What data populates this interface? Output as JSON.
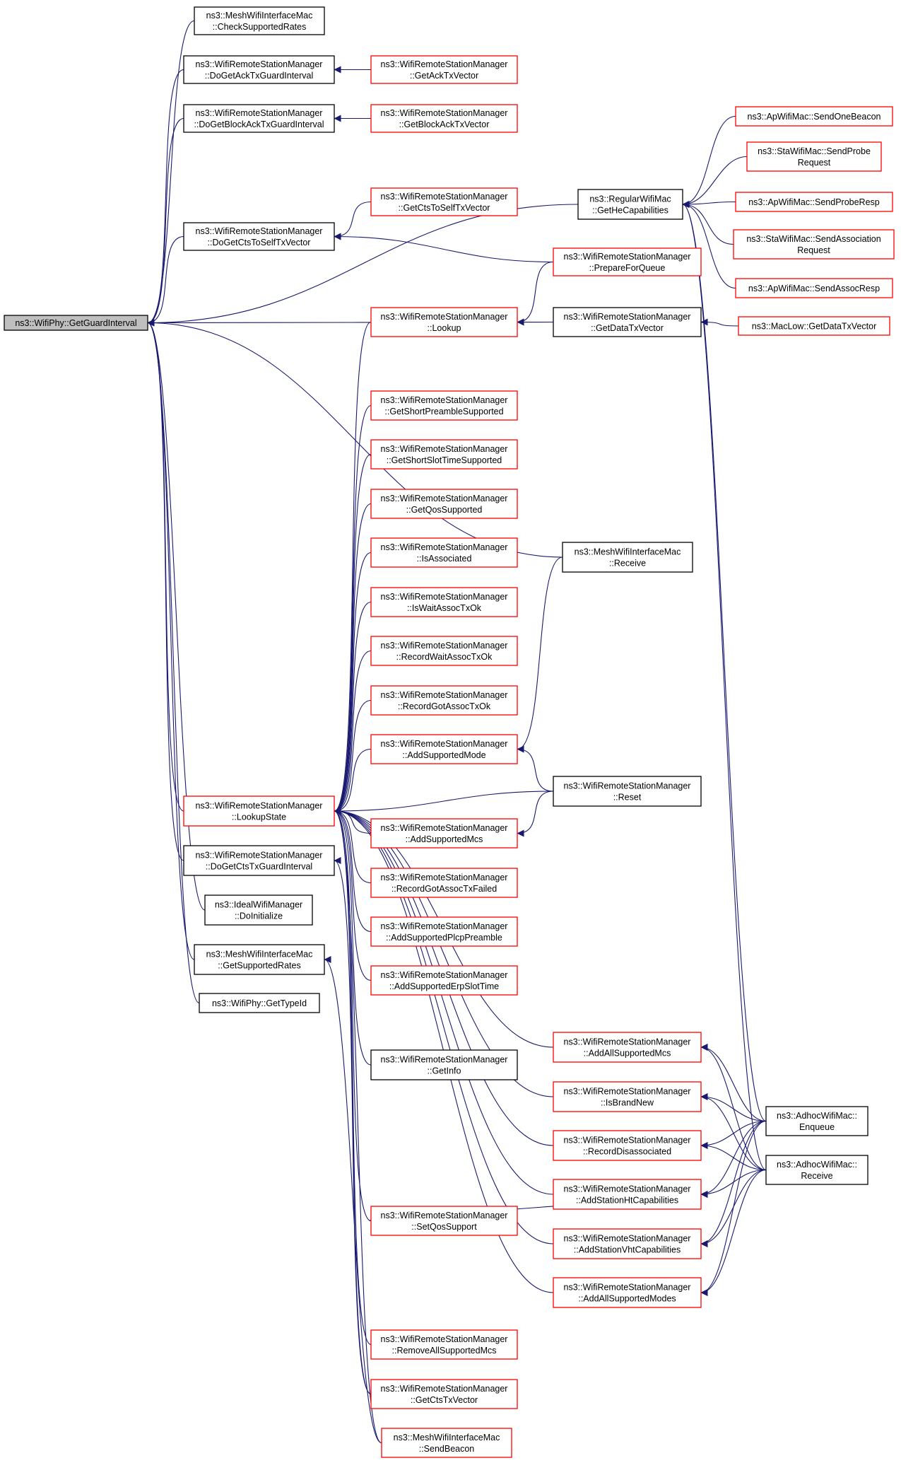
{
  "colors": {
    "edge": "#191970",
    "highlight_fill": "#bfbfbf",
    "red_border": "#ff0000",
    "black_border": "#000000"
  },
  "nodes": [
    {
      "id": "root",
      "lines": [
        "ns3::WifiPhy::GetGuardInterval"
      ],
      "style": "highlight"
    },
    {
      "id": "mwim_checkrates",
      "lines": [
        "ns3::MeshWifiInterfaceMac",
        "::CheckSupportedRates"
      ],
      "style": "black"
    },
    {
      "id": "doget_acktxgi",
      "lines": [
        "ns3::WifiRemoteStationManager",
        "::DoGetAckTxGuardInterval"
      ],
      "style": "black"
    },
    {
      "id": "getacktxvector",
      "lines": [
        "ns3::WifiRemoteStationManager",
        "::GetAckTxVector"
      ],
      "style": "red"
    },
    {
      "id": "doget_blockacktxgi",
      "lines": [
        "ns3::WifiRemoteStationManager",
        "::DoGetBlockAckTxGuardInterval"
      ],
      "style": "black"
    },
    {
      "id": "getblockacktxvector",
      "lines": [
        "ns3::WifiRemoteStationManager",
        "::GetBlockAckTxVector"
      ],
      "style": "red"
    },
    {
      "id": "getctstoself",
      "lines": [
        "ns3::WifiRemoteStationManager",
        "::GetCtsToSelfTxVector"
      ],
      "style": "red"
    },
    {
      "id": "doget_ctstoself",
      "lines": [
        "ns3::WifiRemoteStationManager",
        "::DoGetCtsToSelfTxVector"
      ],
      "style": "black"
    },
    {
      "id": "regular_gethe",
      "lines": [
        "ns3::RegularWifiMac",
        "::GetHeCapabilities"
      ],
      "style": "black"
    },
    {
      "id": "ap_sendonebeacon",
      "lines": [
        "ns3::ApWifiMac::SendOneBeacon"
      ],
      "style": "red"
    },
    {
      "id": "sta_sendprobe",
      "lines": [
        "ns3::StaWifiMac::SendProbe",
        "Request"
      ],
      "style": "red"
    },
    {
      "id": "ap_sendproberesp",
      "lines": [
        "ns3::ApWifiMac::SendProbeResp"
      ],
      "style": "red"
    },
    {
      "id": "sta_sendassoc",
      "lines": [
        "ns3::StaWifiMac::SendAssociation",
        "Request"
      ],
      "style": "red"
    },
    {
      "id": "ap_sendassocresp",
      "lines": [
        "ns3::ApWifiMac::SendAssocResp"
      ],
      "style": "red"
    },
    {
      "id": "prepareforqueue",
      "lines": [
        "ns3::WifiRemoteStationManager",
        "::PrepareForQueue"
      ],
      "style": "red"
    },
    {
      "id": "lookup",
      "lines": [
        "ns3::WifiRemoteStationManager",
        "::Lookup"
      ],
      "style": "red"
    },
    {
      "id": "getdatatxvector",
      "lines": [
        "ns3::WifiRemoteStationManager",
        "::GetDataTxVector"
      ],
      "style": "black"
    },
    {
      "id": "maclow_getdata",
      "lines": [
        "ns3::MacLow::GetDataTxVector"
      ],
      "style": "red"
    },
    {
      "id": "getshortpreamble",
      "lines": [
        "ns3::WifiRemoteStationManager",
        "::GetShortPreambleSupported"
      ],
      "style": "red"
    },
    {
      "id": "getshortslot",
      "lines": [
        "ns3::WifiRemoteStationManager",
        "::GetShortSlotTimeSupported"
      ],
      "style": "red"
    },
    {
      "id": "getqos",
      "lines": [
        "ns3::WifiRemoteStationManager",
        "::GetQosSupported"
      ],
      "style": "red"
    },
    {
      "id": "isassociated",
      "lines": [
        "ns3::WifiRemoteStationManager",
        "::IsAssociated"
      ],
      "style": "red"
    },
    {
      "id": "iswaitassoc",
      "lines": [
        "ns3::WifiRemoteStationManager",
        "::IsWaitAssocTxOk"
      ],
      "style": "red"
    },
    {
      "id": "mwim_receive",
      "lines": [
        "ns3::MeshWifiInterfaceMac",
        "::Receive"
      ],
      "style": "black"
    },
    {
      "id": "recordwaitassoc",
      "lines": [
        "ns3::WifiRemoteStationManager",
        "::RecordWaitAssocTxOk"
      ],
      "style": "red"
    },
    {
      "id": "recordgotassoc",
      "lines": [
        "ns3::WifiRemoteStationManager",
        "::RecordGotAssocTxOk"
      ],
      "style": "red"
    },
    {
      "id": "addsupportedmode",
      "lines": [
        "ns3::WifiRemoteStationManager",
        "::AddSupportedMode"
      ],
      "style": "red"
    },
    {
      "id": "reset",
      "lines": [
        "ns3::WifiRemoteStationManager",
        "::Reset"
      ],
      "style": "black"
    },
    {
      "id": "lookupstate",
      "lines": [
        "ns3::WifiRemoteStationManager",
        "::LookupState"
      ],
      "style": "red"
    },
    {
      "id": "addsupportedmcs",
      "lines": [
        "ns3::WifiRemoteStationManager",
        "::AddSupportedMcs"
      ],
      "style": "red"
    },
    {
      "id": "doget_ctstxgi",
      "lines": [
        "ns3::WifiRemoteStationManager",
        "::DoGetCtsTxGuardInterval"
      ],
      "style": "black"
    },
    {
      "id": "recordgotassocfailed",
      "lines": [
        "ns3::WifiRemoteStationManager",
        "::RecordGotAssocTxFailed"
      ],
      "style": "red"
    },
    {
      "id": "ideal_doinit",
      "lines": [
        "ns3::IdealWifiManager",
        "::DoInitialize"
      ],
      "style": "black"
    },
    {
      "id": "addsupportedplcp",
      "lines": [
        "ns3::WifiRemoteStationManager",
        "::AddSupportedPlcpPreamble"
      ],
      "style": "red"
    },
    {
      "id": "mwim_getsupportedrates",
      "lines": [
        "ns3::MeshWifiInterfaceMac",
        "::GetSupportedRates"
      ],
      "style": "black"
    },
    {
      "id": "addsupportederp",
      "lines": [
        "ns3::WifiRemoteStationManager",
        "::AddSupportedErpSlotTime"
      ],
      "style": "red"
    },
    {
      "id": "wifiphy_gettypeid",
      "lines": [
        "ns3::WifiPhy::GetTypeId"
      ],
      "style": "black"
    },
    {
      "id": "addallsupportedmcs",
      "lines": [
        "ns3::WifiRemoteStationManager",
        "::AddAllSupportedMcs"
      ],
      "style": "red"
    },
    {
      "id": "getinfo",
      "lines": [
        "ns3::WifiRemoteStationManager",
        "::GetInfo"
      ],
      "style": "black"
    },
    {
      "id": "isbrandnew",
      "lines": [
        "ns3::WifiRemoteStationManager",
        "::IsBrandNew"
      ],
      "style": "red"
    },
    {
      "id": "adhoc_enqueue",
      "lines": [
        "ns3::AdhocWifiMac::",
        "Enqueue"
      ],
      "style": "black"
    },
    {
      "id": "recorddisassoc",
      "lines": [
        "ns3::WifiRemoteStationManager",
        "::RecordDisassociated"
      ],
      "style": "red"
    },
    {
      "id": "adhoc_receive",
      "lines": [
        "ns3::AdhocWifiMac::",
        "Receive"
      ],
      "style": "black"
    },
    {
      "id": "addstationht",
      "lines": [
        "ns3::WifiRemoteStationManager",
        "::AddStationHtCapabilities"
      ],
      "style": "red"
    },
    {
      "id": "setqossupport",
      "lines": [
        "ns3::WifiRemoteStationManager",
        "::SetQosSupport"
      ],
      "style": "red"
    },
    {
      "id": "addstationvht",
      "lines": [
        "ns3::WifiRemoteStationManager",
        "::AddStationVhtCapabilities"
      ],
      "style": "red"
    },
    {
      "id": "addallsupportedmodes",
      "lines": [
        "ns3::WifiRemoteStationManager",
        "::AddAllSupportedModes"
      ],
      "style": "red"
    },
    {
      "id": "removeallsupportedmcs",
      "lines": [
        "ns3::WifiRemoteStationManager",
        "::RemoveAllSupportedMcs"
      ],
      "style": "red"
    },
    {
      "id": "getctstxvector",
      "lines": [
        "ns3::WifiRemoteStationManager",
        "::GetCtsTxVector"
      ],
      "style": "red"
    },
    {
      "id": "mwim_sendbeacon",
      "lines": [
        "ns3::MeshWifiInterfaceMac",
        "::SendBeacon"
      ],
      "style": "red"
    }
  ],
  "edges": [
    [
      "mwim_checkrates",
      "root"
    ],
    [
      "doget_acktxgi",
      "root"
    ],
    [
      "doget_blockacktxgi",
      "root"
    ],
    [
      "doget_ctstoself",
      "root"
    ],
    [
      "regular_gethe",
      "root"
    ],
    [
      "getdatatxvector",
      "root"
    ],
    [
      "mwim_receive",
      "root"
    ],
    [
      "lookupstate",
      "root"
    ],
    [
      "doget_ctstxgi",
      "root"
    ],
    [
      "ideal_doinit",
      "root"
    ],
    [
      "mwim_getsupportedrates",
      "root"
    ],
    [
      "wifiphy_gettypeid",
      "root"
    ],
    [
      "getacktxvector",
      "doget_acktxgi"
    ],
    [
      "getblockacktxvector",
      "doget_blockacktxgi"
    ],
    [
      "getctstoself",
      "doget_ctstoself"
    ],
    [
      "prepareforqueue",
      "doget_ctstoself"
    ],
    [
      "ap_sendonebeacon",
      "regular_gethe"
    ],
    [
      "sta_sendprobe",
      "regular_gethe"
    ],
    [
      "ap_sendproberesp",
      "regular_gethe"
    ],
    [
      "sta_sendassoc",
      "regular_gethe"
    ],
    [
      "ap_sendassocresp",
      "regular_gethe"
    ],
    [
      "adhoc_enqueue",
      "regular_gethe"
    ],
    [
      "adhoc_receive",
      "regular_gethe"
    ],
    [
      "maclow_getdata",
      "getdatatxvector"
    ],
    [
      "getdatatxvector",
      "lookup"
    ],
    [
      "prepareforqueue",
      "lookup"
    ],
    [
      "lookup",
      "lookupstate"
    ],
    [
      "getshortpreamble",
      "lookupstate"
    ],
    [
      "getshortslot",
      "lookupstate"
    ],
    [
      "getqos",
      "lookupstate"
    ],
    [
      "isassociated",
      "lookupstate"
    ],
    [
      "iswaitassoc",
      "lookupstate"
    ],
    [
      "recordwaitassoc",
      "lookupstate"
    ],
    [
      "recordgotassoc",
      "lookupstate"
    ],
    [
      "addsupportedmode",
      "lookupstate"
    ],
    [
      "reset",
      "lookupstate"
    ],
    [
      "addsupportedmcs",
      "lookupstate"
    ],
    [
      "recordgotassocfailed",
      "lookupstate"
    ],
    [
      "addsupportedplcp",
      "lookupstate"
    ],
    [
      "addsupportederp",
      "lookupstate"
    ],
    [
      "addallsupportedmcs",
      "lookupstate"
    ],
    [
      "getinfo",
      "lookupstate"
    ],
    [
      "isbrandnew",
      "lookupstate"
    ],
    [
      "recorddisassoc",
      "lookupstate"
    ],
    [
      "addstationht",
      "lookupstate"
    ],
    [
      "setqossupport",
      "lookupstate"
    ],
    [
      "addstationvht",
      "lookupstate"
    ],
    [
      "addallsupportedmodes",
      "lookupstate"
    ],
    [
      "removeallsupportedmcs",
      "lookupstate"
    ],
    [
      "getctstxvector",
      "lookupstate"
    ],
    [
      "mwim_sendbeacon",
      "lookupstate"
    ],
    [
      "mwim_receive",
      "addsupportedmode"
    ],
    [
      "reset",
      "addsupportedmode"
    ],
    [
      "reset",
      "addsupportedmcs"
    ],
    [
      "getctstxvector",
      "doget_ctstxgi"
    ],
    [
      "mwim_sendbeacon",
      "mwim_getsupportedrates"
    ],
    [
      "setqossupport",
      "addstationht"
    ],
    [
      "adhoc_enqueue",
      "addallsupportedmcs"
    ],
    [
      "adhoc_receive",
      "addallsupportedmcs"
    ],
    [
      "adhoc_enqueue",
      "isbrandnew"
    ],
    [
      "adhoc_receive",
      "isbrandnew"
    ],
    [
      "adhoc_enqueue",
      "recorddisassoc"
    ],
    [
      "adhoc_receive",
      "recorddisassoc"
    ],
    [
      "adhoc_enqueue",
      "addstationht"
    ],
    [
      "adhoc_receive",
      "addstationht"
    ],
    [
      "adhoc_enqueue",
      "addstationvht"
    ],
    [
      "adhoc_receive",
      "addstationvht"
    ],
    [
      "adhoc_enqueue",
      "addallsupportedmodes"
    ],
    [
      "adhoc_receive",
      "addallsupportedmodes"
    ]
  ]
}
